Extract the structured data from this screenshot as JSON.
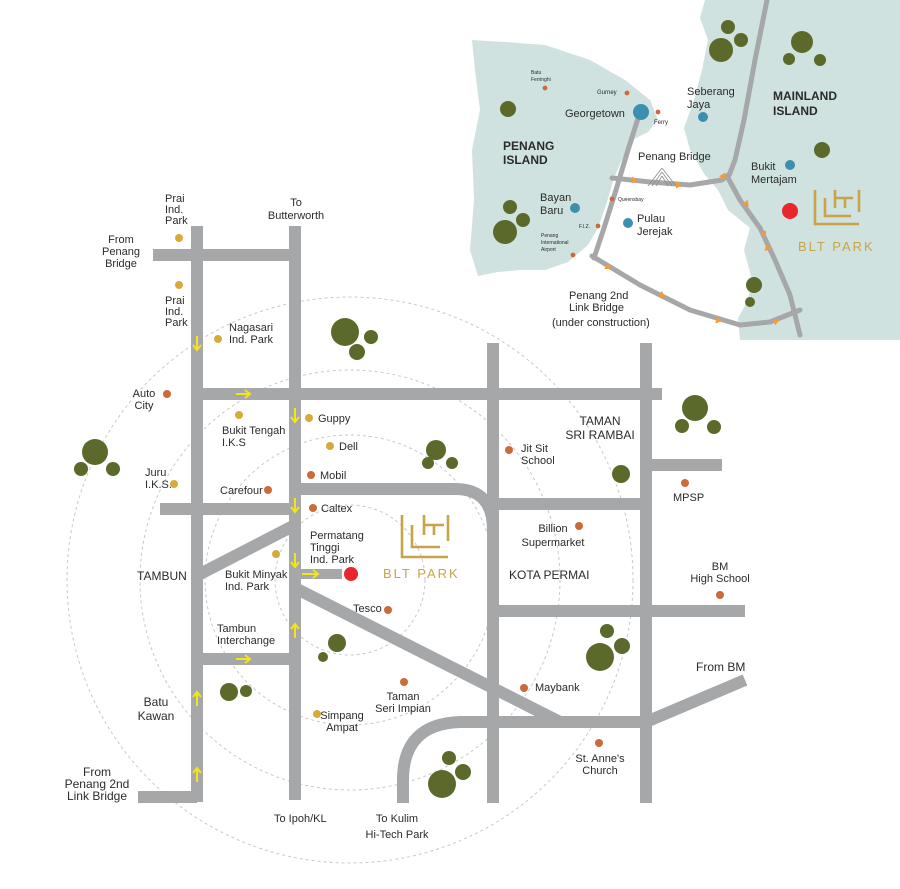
{
  "colors": {
    "road": "#a6a7a9",
    "sea_land": "#cfe2df",
    "marker_highlight": "#e8262b",
    "marker_blue": "#3d8fb0",
    "marker_orange": "#c96b3d",
    "marker_yellow": "#d6ab3c",
    "arrow_yellow": "#f3e51a",
    "arrow_orange": "#f59a38",
    "brand_gold": "#c7a44a",
    "tree": "#5b6a2a"
  },
  "brand": {
    "name": "BLT PARK"
  },
  "inset": {
    "regions": {
      "penang_island": "PENANG\nISLAND",
      "mainland_island": "MAINLAND\nISLAND"
    },
    "places": {
      "batu_ferringhi": "Batu\nFerringhi",
      "gurney": "Gurney",
      "georgetown": "Georgetown",
      "ferry": "Ferry",
      "seberang_jaya": "Seberang\nJaya",
      "penang_bridge": "Penang Bridge",
      "bukit_mertajam": "Bukit\nMertajam",
      "bayan_baru": "Bayan\nBaru",
      "queensbay": "Queensbay",
      "fiz": "F.I.Z.",
      "pulau_jerejak": "Pulau\nJerejak",
      "penang_airport": "Penang\nInternational\nAirport",
      "second_link": "Penang 2nd\nLink Bridge",
      "second_link_note": "(under construction)"
    }
  },
  "main": {
    "places": {
      "prai_ind_park_1": "Prai\nInd.\nPark",
      "to_butterworth": "To\nButterworth",
      "from_penang_bridge": "From\nPenang\nBridge",
      "prai_ind_park_2": "Prai\nInd.\nPark",
      "nagasari": "Nagasari\nInd. Park",
      "auto_city": "Auto\nCity",
      "guppy": "Guppy",
      "bukit_tengah": "Bukit Tengah\nI.K.S",
      "dell": "Dell",
      "taman_sri_rambai": "TAMAN\nSRI RAMBAI",
      "jit_sit_school": "Jit Sit\nSchool",
      "juru": "Juru\nI.K.S.",
      "mobil": "Mobil",
      "carefour": "Carefour",
      "mpsp": "MPSP",
      "caltex": "Caltex",
      "billion": "Billion\nSupermarket",
      "permatang": "Permatang\nTinggi\nInd. Park",
      "bm_high_school": "BM\nHigh School",
      "tambun": "TAMBUN",
      "bukit_minyak": "Bukit Minyak\nInd. Park",
      "kota_permai": "KOTA PERMAI",
      "tesco": "Tesco",
      "tambun_interchange": "Tambun\nInterchange",
      "from_bm": "From BM",
      "maybank": "Maybank",
      "batu_kawan": "Batu\nKawan",
      "taman_seri_impian": "Taman\nSeri Impian",
      "simpang_ampat": "Simpang\nAmpat",
      "st_annes": "St. Anne's\nChurch",
      "from_2nd_link": "From\nPenang 2nd\nLink Bridge",
      "to_ipoh": "To Ipoh/KL",
      "to_kulim": "To Kulim\nHi-Tech Park"
    }
  }
}
